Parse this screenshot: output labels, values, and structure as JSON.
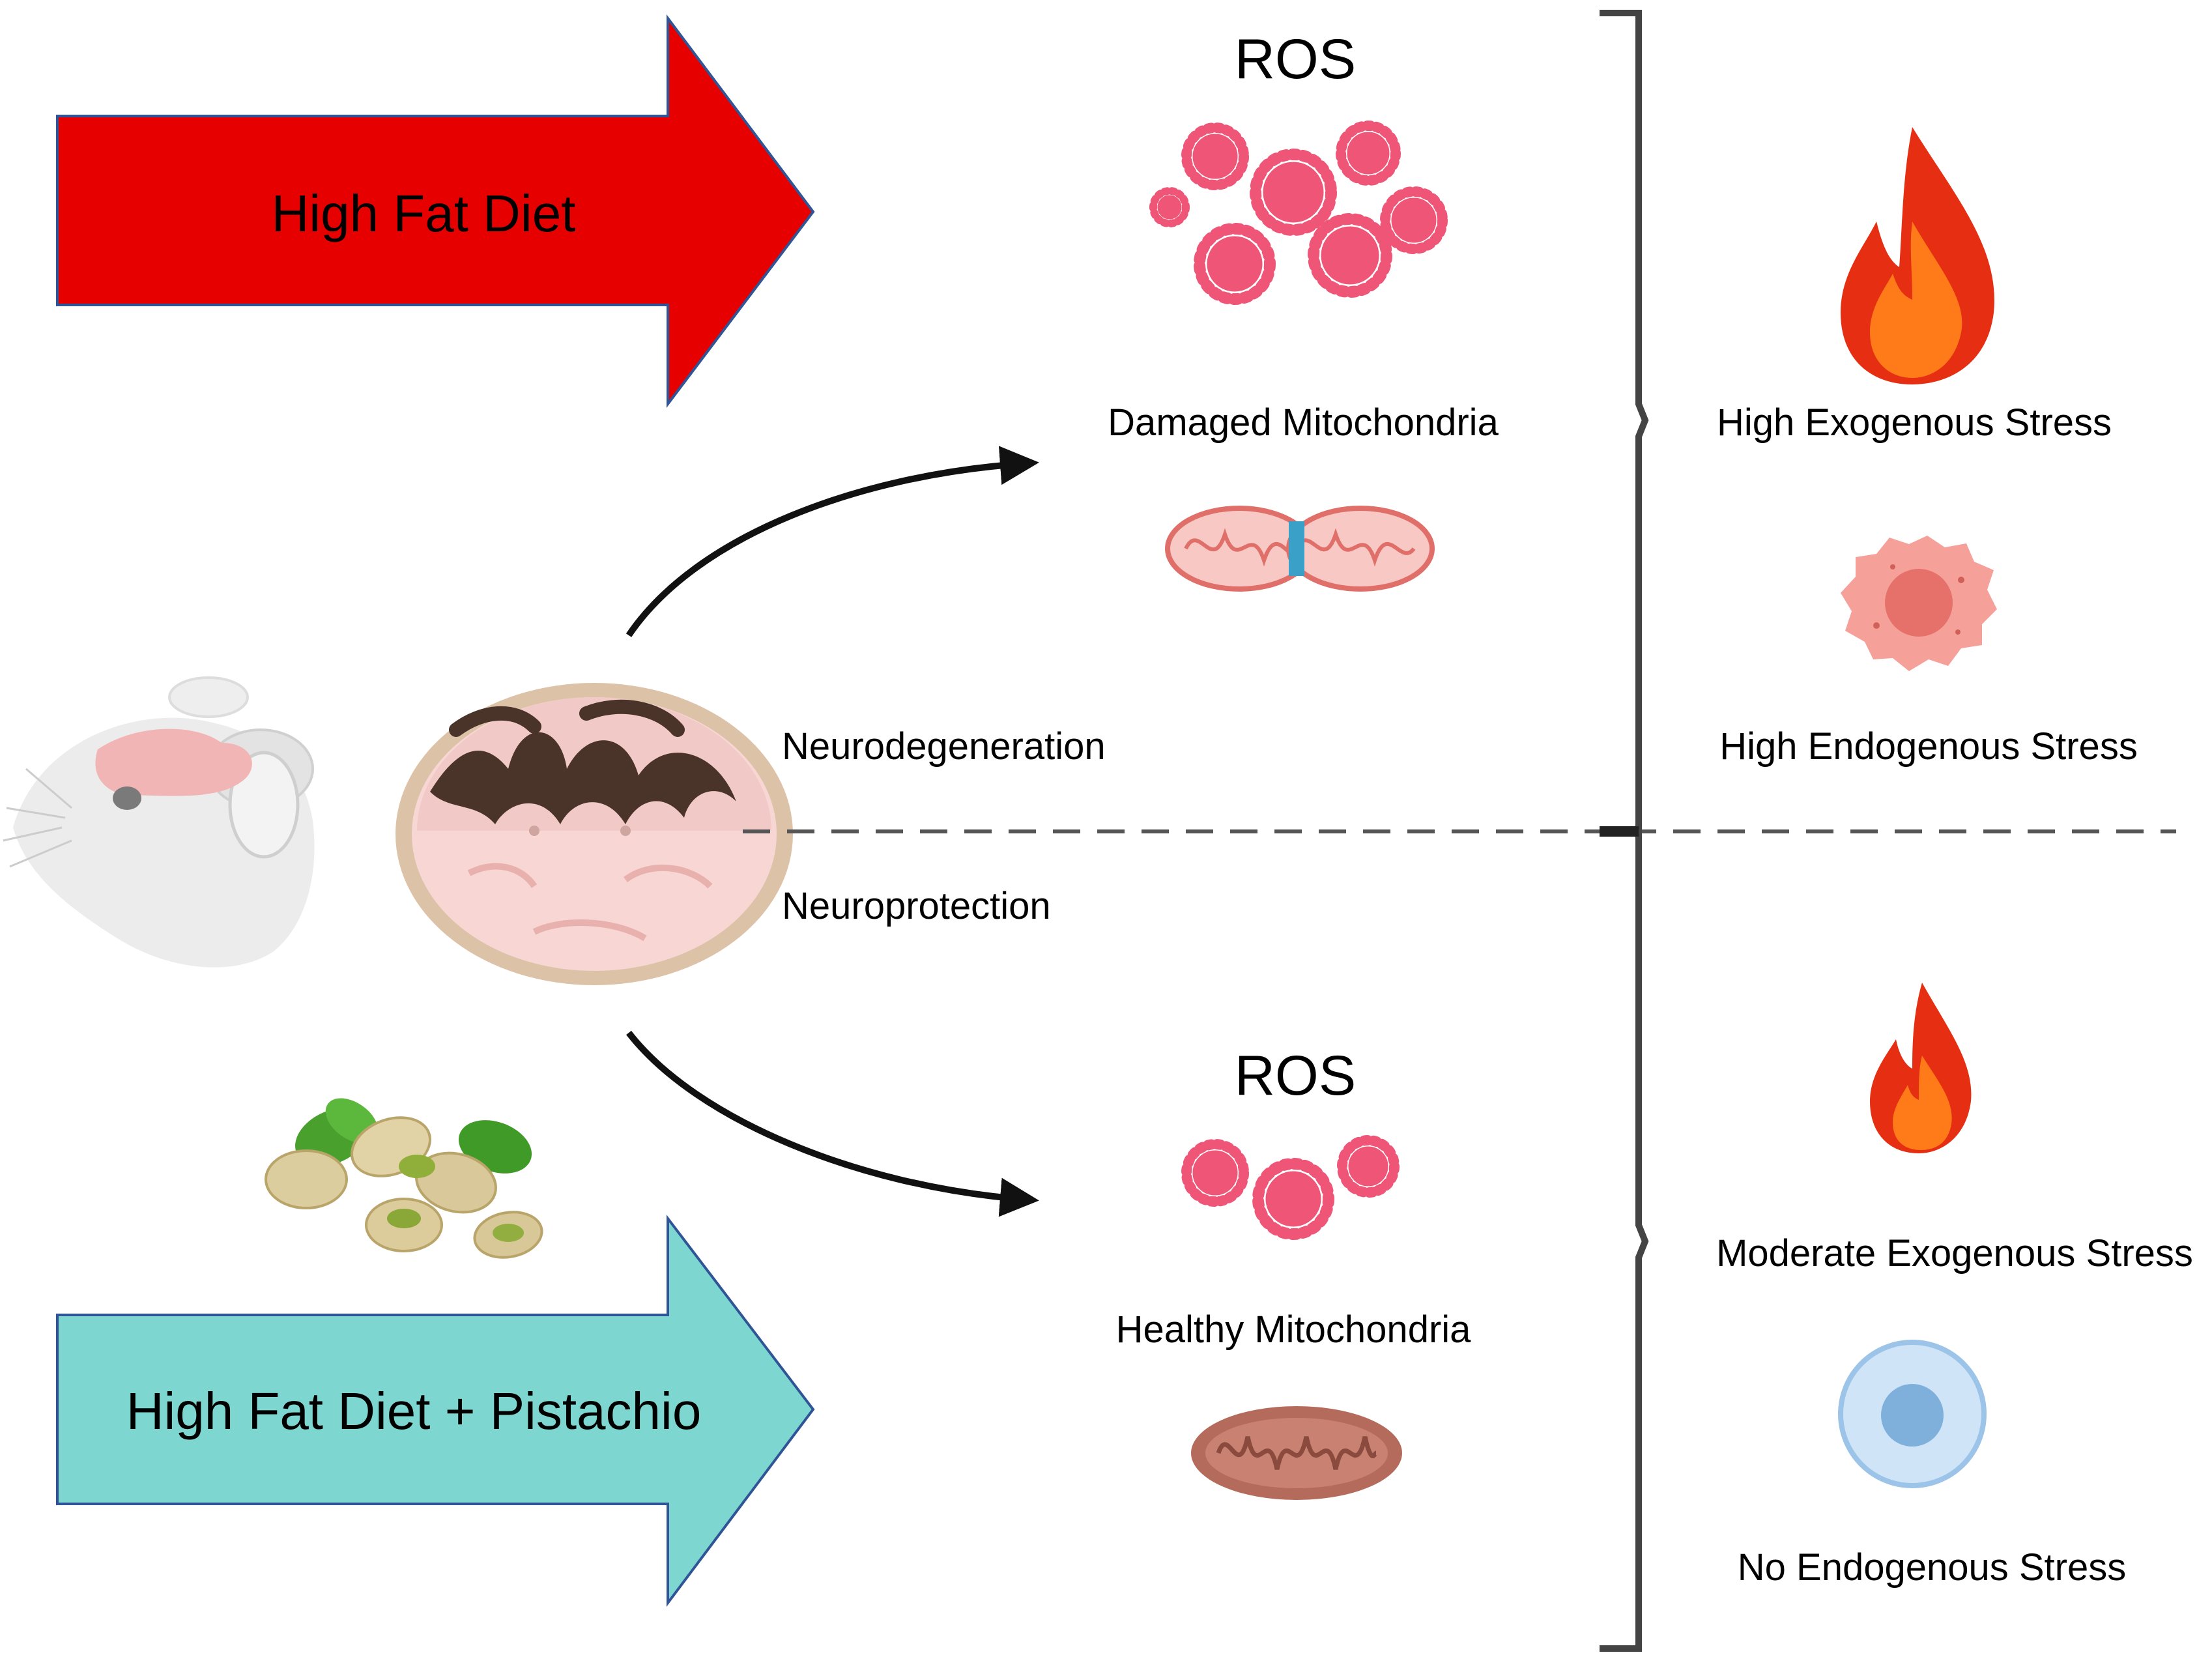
{
  "top_arrow": {
    "label": "High Fat Diet",
    "color": "#e60000"
  },
  "bottom_arrow": {
    "label": "High Fat Diet + Pistachio",
    "color": "#7dd6d0"
  },
  "center": {
    "upper_outcome": "Neurodegeneration",
    "lower_outcome": "Neuroprotection",
    "icons": [
      "mouse-head-icon",
      "brain-section-icon",
      "pistachio-icon"
    ]
  },
  "upper_panel": {
    "ros_label": "ROS",
    "mitochondria_label": "Damaged Mitochondria",
    "exogenous_label": "High Exogenous Stress",
    "endogenous_label": "High Endogenous Stress",
    "colors": {
      "ros": "#ef5577",
      "flame_outer": "#e62e12",
      "flame_inner": "#ff7a18",
      "cell": "#f6a09a"
    }
  },
  "lower_panel": {
    "ros_label": "ROS",
    "mitochondria_label": "Healthy Mitochondria",
    "exogenous_label": "Moderate Exogenous Stress",
    "endogenous_label": "No Endogenous Stress",
    "colors": {
      "ros": "#ef5577",
      "mitochondria": "#b56b5c",
      "cell": "#cfe4f7"
    }
  }
}
